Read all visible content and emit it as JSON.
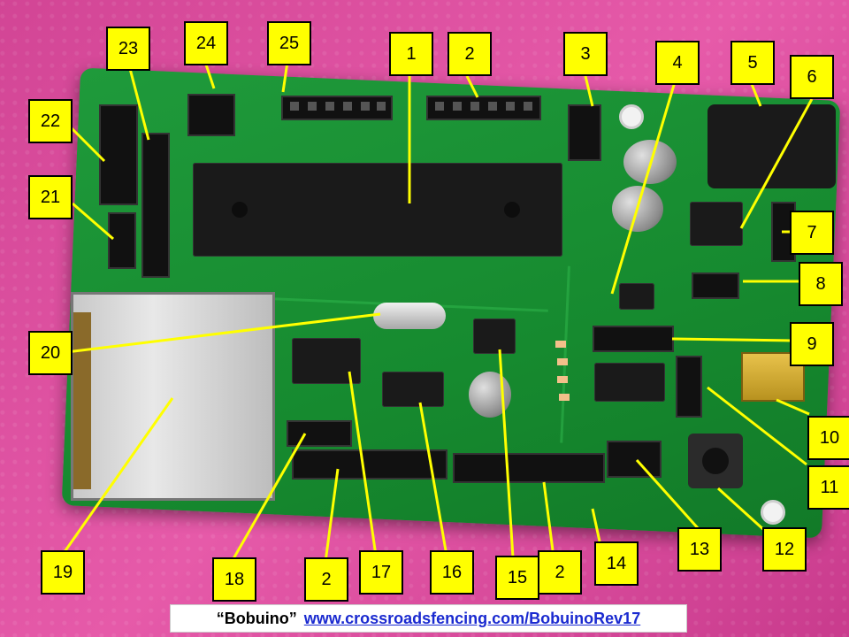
{
  "caption": {
    "title": "“Bobuino”",
    "link": "www.crossroadsfencing.com/BobuinoRev17"
  },
  "callouts": [
    {
      "label": "1"
    },
    {
      "label": "2"
    },
    {
      "label": "3"
    },
    {
      "label": "4"
    },
    {
      "label": "5"
    },
    {
      "label": "6"
    },
    {
      "label": "7"
    },
    {
      "label": "8"
    },
    {
      "label": "9"
    },
    {
      "label": "10"
    },
    {
      "label": "11"
    },
    {
      "label": "12"
    },
    {
      "label": "13"
    },
    {
      "label": "14"
    },
    {
      "label": "2"
    },
    {
      "label": "15"
    },
    {
      "label": "16"
    },
    {
      "label": "17"
    },
    {
      "label": "2"
    },
    {
      "label": "18"
    },
    {
      "label": "19"
    },
    {
      "label": "20"
    },
    {
      "label": "21"
    },
    {
      "label": "22"
    },
    {
      "label": "23"
    },
    {
      "label": "24"
    },
    {
      "label": "25"
    }
  ],
  "colors": {
    "callout_fill": "#ffff00",
    "pointer": "#ffff00",
    "board": "#168a2f",
    "background": "#d9449a",
    "link": "#1a2ad0"
  }
}
